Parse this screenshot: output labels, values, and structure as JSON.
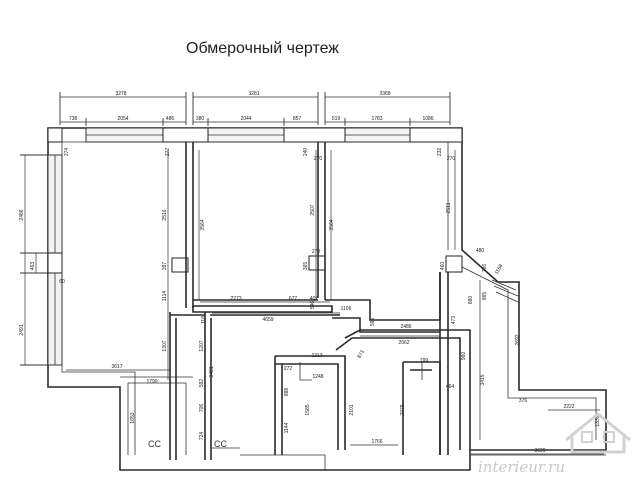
{
  "title": "Обмерочный чертеж",
  "watermark": "interieur.ru",
  "socket_labels": [
    "CC",
    "CC"
  ],
  "dims": {
    "top_overall": [
      "3278",
      "3281",
      "3368"
    ],
    "top_segments": [
      "738",
      "2054",
      "486",
      "380",
      "2044",
      "857",
      "519",
      "1783",
      "1086"
    ],
    "left_side": [
      "2486",
      "463",
      "2491"
    ],
    "corner_marks": [
      "274",
      "272",
      "240",
      "270",
      "232",
      "270"
    ],
    "room1": [
      "2516",
      "397",
      "1114",
      "1307",
      "60",
      "3617"
    ],
    "room2": [
      "3564",
      "2273",
      "677",
      "407"
    ],
    "room3": [
      "2507",
      "3564",
      "365",
      "546",
      "270",
      "2511",
      "460",
      "480",
      "1106"
    ],
    "corridor": [
      "4659",
      "118",
      "595",
      "2486",
      "2662",
      "873",
      "1207",
      "3481",
      "592",
      "706",
      "724",
      "1790",
      "1653"
    ],
    "bath": [
      "1313",
      "272",
      "1248",
      "888",
      "1585",
      "1144"
    ],
    "center": [
      "2101",
      "1766",
      "2078",
      "799",
      "464"
    ],
    "right_block": [
      "726",
      "865",
      "880",
      "473",
      "960",
      "3415",
      "1158",
      "2692",
      "376",
      "2222",
      "1339",
      "3629"
    ]
  }
}
